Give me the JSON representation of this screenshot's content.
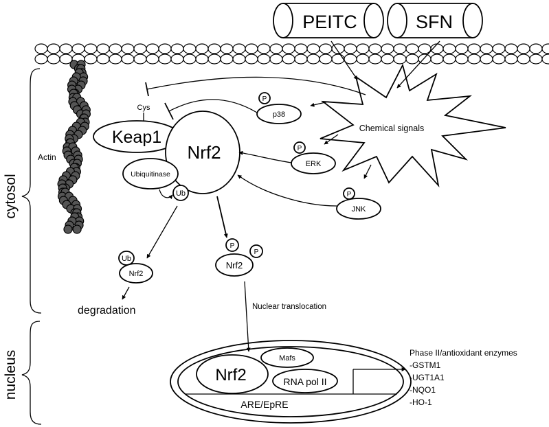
{
  "compartments": {
    "cytosol": "cytosol",
    "nucleus": "nucleus"
  },
  "inducers": {
    "peitc": "PEITC",
    "sfn": "SFN"
  },
  "labels": {
    "actin": "Actin",
    "cys": "Cys",
    "keap1": "Keap1",
    "nrf2_main": "Nrf2",
    "ubiquitinase": "Ubiquitinase",
    "ub_small": "Ub",
    "ub_tag": "Ub",
    "nrf2_degr": "Nrf2",
    "degradation": "degradation",
    "nrf2_phos": "Nrf2",
    "p_a": "P",
    "p_b": "P",
    "chemical_signals": "Chemical signals",
    "p38": "p38",
    "p_p38": "P",
    "erk": "ERK",
    "p_erk": "P",
    "jnk": "JNK",
    "p_jnk": "P",
    "nuclear_translocation": "Nuclear translocation",
    "nrf2_nucleus": "Nrf2",
    "mafs": "Mafs",
    "rna_pol": "RNA pol II",
    "are": "ARE/EpRE"
  },
  "enzymes": {
    "title": "Phase II/antioxidant enzymes",
    "items": [
      "-GSTM1",
      "-UGT1A1",
      "-NQO1",
      "-HO-1"
    ]
  },
  "colors": {
    "ink": "#000000",
    "background": "#ffffff",
    "actin_bead": "#555555"
  }
}
